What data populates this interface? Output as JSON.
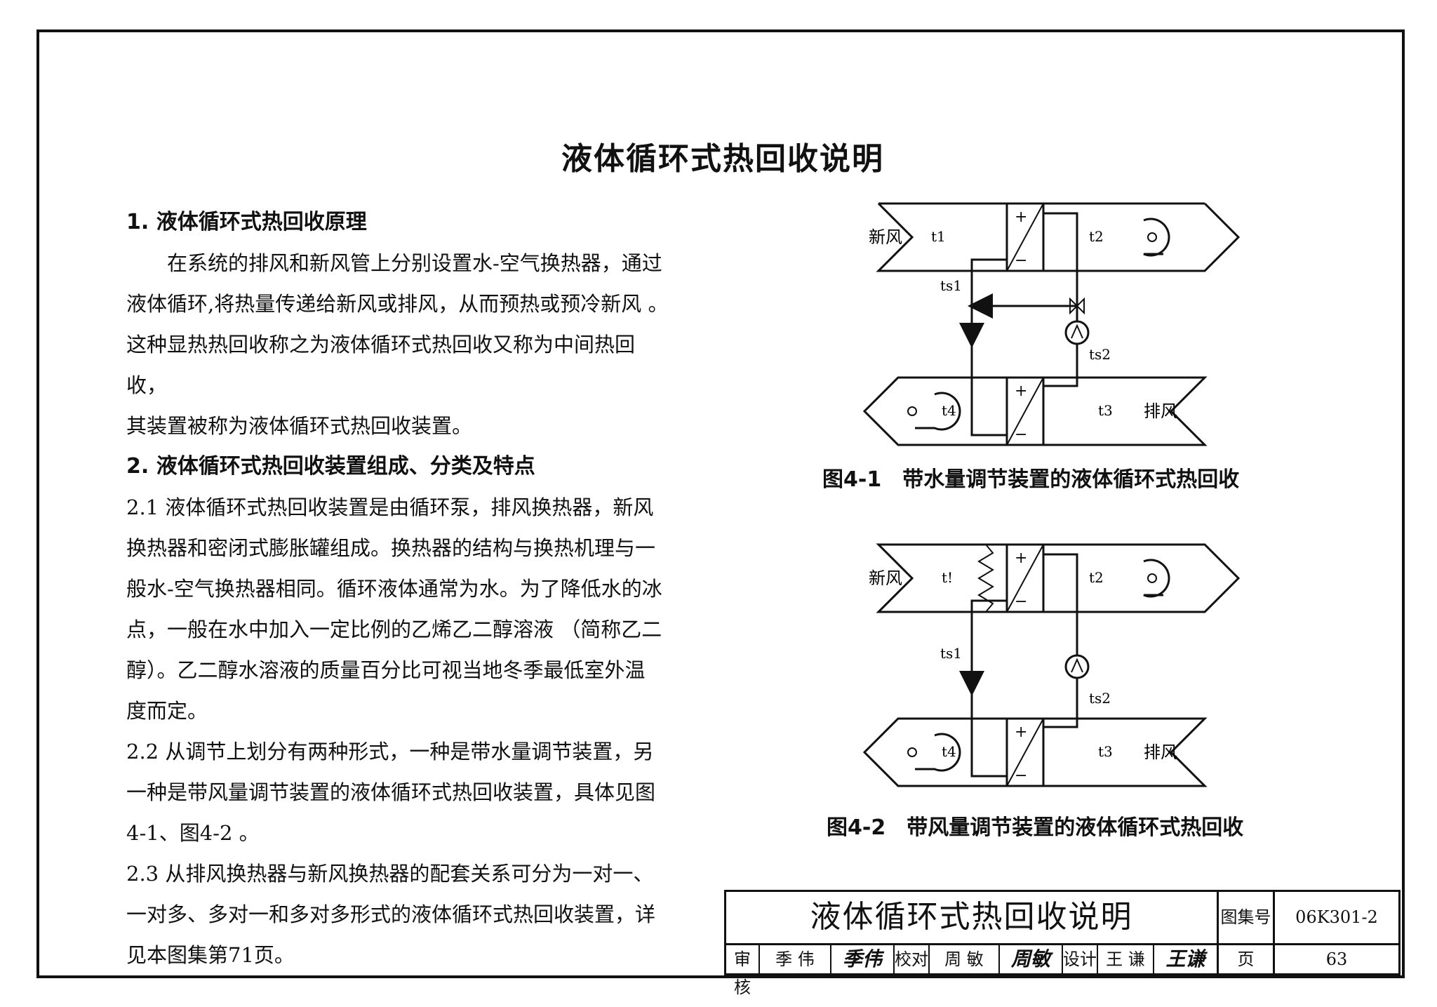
{
  "title": "液体循环式热回收说明",
  "sections": [
    {
      "id": "s1",
      "heading": "1. 液体循环式热回收原理"
    },
    {
      "id": "s2",
      "heading": "2. 液体循环式热回收装置组成、分类及特点"
    }
  ],
  "paragraphs": {
    "p1": [
      "在系统的排风和新风管上分别设置水-空气换热器，通过",
      "液体循环,将热量传递给新风或排风，从而预热或预冷新风 。",
      "这种显热热回收称之为液体循环式热回收又称为中间热回收，",
      "其装置被称为液体循环式热回收装置。"
    ],
    "p21": [
      "2.1 液体循环式热回收装置是由循环泵，排风换热器，新风",
      "换热器和密闭式膨胀罐组成。换热器的结构与换热机理与一",
      "般水-空气换热器相同。循环液体通常为水。为了降低水的冰",
      "点，一般在水中加入一定比例的乙烯乙二醇溶液 （简称乙二",
      "醇）。乙二醇水溶液的质量百分比可视当地冬季最低室外温",
      "度而定。"
    ],
    "p22": [
      "2.2 从调节上划分有两种形式，一种是带水量调节装置，另",
      "一种是带风量调节装置的液体循环式热回收装置，具体见图",
      "4-1、图4-2 。"
    ],
    "p23": [
      "2.3 从排风换热器与新风换热器的配套关系可分为一对一、",
      "一对多、多对一和多对多形式的液体循环式热回收装置，详",
      "见本图集第71页。"
    ]
  },
  "figures": [
    {
      "caption": "图4-1　带水量调节装置的液体循环式热回收",
      "labels": {
        "fresh": "新风",
        "exhaust": "排风",
        "t1": "t1",
        "t2": "t2",
        "t3": "t3",
        "t4": "t4",
        "ts1": "ts1",
        "ts2": "ts2",
        "plus": "+",
        "minus": "−"
      }
    },
    {
      "caption": "图4-2　带风量调节装置的液体循环式热回收",
      "labels": {
        "fresh": "新风",
        "exhaust": "排风",
        "t1": "t!",
        "t2": "t2",
        "t3": "t3",
        "t4": "t4",
        "ts1": "ts1",
        "ts2": "ts2",
        "plus": "+",
        "minus": "−"
      }
    }
  ],
  "titleblock": {
    "title": "液体循环式热回收说明",
    "atlas_label": "图集号",
    "atlas_no": "06K301-2",
    "review_label": "审核",
    "reviewer": "季 伟",
    "reviewer_sig": "季伟",
    "check_label": "校对",
    "checker": "周 敏",
    "checker_sig": "周敏",
    "design_label": "设计",
    "designer": "王 谦",
    "designer_sig": "王谦",
    "page_label": "页",
    "page_no": "63"
  }
}
